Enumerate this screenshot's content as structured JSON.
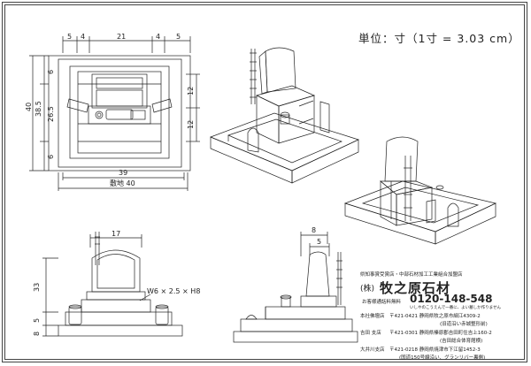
{
  "unit_label": "単位：寸（1寸 = 3.03 cm）",
  "front_view": {
    "top_dims": [
      "5",
      "4",
      "21",
      "4",
      "5"
    ],
    "left_dims": [
      "40",
      "38.5",
      "6",
      "26.5",
      "6"
    ],
    "right_dims": [
      "12",
      "12"
    ],
    "bottom_dim_inner": "39",
    "bottom_dim_outer": "敷地 40"
  },
  "elevation_view": {
    "width_dim": "17",
    "left_dims": [
      "33",
      "5",
      "8"
    ],
    "note": "W6 × 2.5 × H8"
  },
  "side_view": {
    "top_dims": [
      "8",
      "5"
    ]
  },
  "company": {
    "association": "県知事賞受賞店・中部石材加工工業組合加盟店",
    "kk": "(株)",
    "name": "牧之原石材",
    "free_dial_label": "お客様通話料無料",
    "phone": "0120-148-548",
    "phone_sub": "いしやのこうえんで一番に、よい墓しか作りません",
    "branches": [
      {
        "name": "本社佛壇店",
        "address": "〒421-0421 静岡県牧之原市細江4309-2"
      },
      {
        "name": "吉田 支店",
        "address": "〒421-0301 静岡県榛原郡吉田町住吉上160-2"
      },
      {
        "name": "大井川支店",
        "address": "〒421-0218 静岡県焼津市下江留1452-3"
      }
    ],
    "branch_notes": [
      "(旧道沿い赤城整形前)",
      "(吉田総合体育館横)",
      "(国道150号線沿い、グランリバー裏側)"
    ]
  }
}
